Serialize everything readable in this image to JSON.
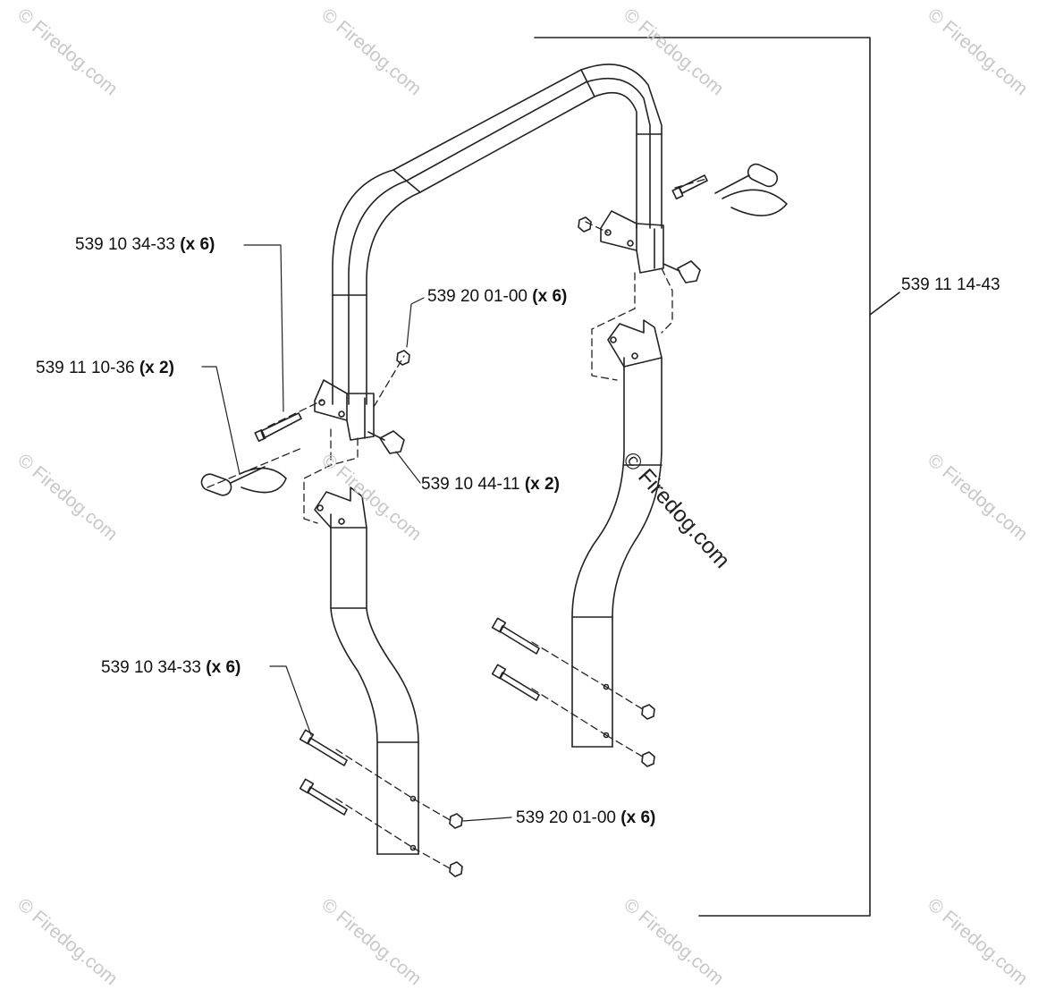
{
  "callouts": {
    "bolt_upper": {
      "part": "539 10 34-33",
      "qty": "(x 6)"
    },
    "nut_upper": {
      "part": "539 20 01-00",
      "qty": "(x 6)"
    },
    "pin": {
      "part": "539 11 10-36",
      "qty": "(x 2)"
    },
    "knob": {
      "part": "539 10 44-11",
      "qty": "(x 2)"
    },
    "bolt_lower": {
      "part": "539 10 34-33",
      "qty": "(x 6)"
    },
    "nut_lower": {
      "part": "539 20 01-00",
      "qty": "(x 6)"
    },
    "assembly": {
      "part": "539 11 14-43"
    }
  },
  "watermark": {
    "text": "Firedog.com",
    "symbol": "©"
  },
  "icons": {
    "watermark_icon": "copyright-icon"
  }
}
